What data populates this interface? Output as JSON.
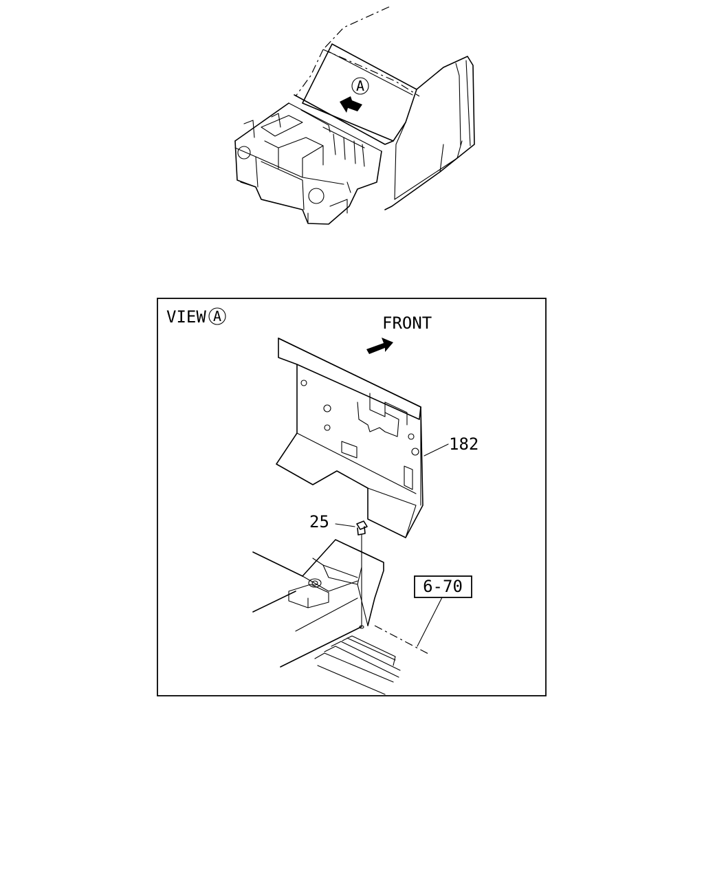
{
  "overview": {
    "view_marker": "A"
  },
  "detail_view": {
    "title": "VIEW",
    "view_marker": "A",
    "direction_label": "FRONT",
    "callouts": {
      "panel": "182",
      "screw": "25",
      "reference": "6-70"
    }
  },
  "icons": {
    "overview_arrow": "arrow-icon",
    "front_arrow": "arrow-icon"
  }
}
